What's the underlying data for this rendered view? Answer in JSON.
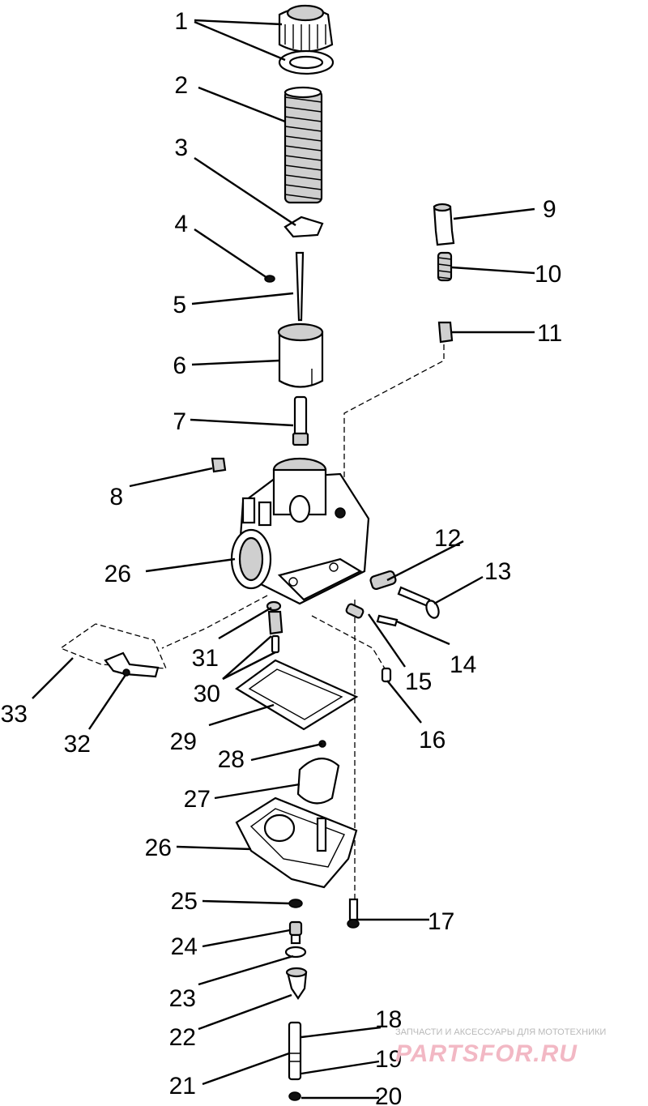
{
  "diagram": {
    "labels": [
      "1",
      "2",
      "3",
      "4",
      "5",
      "6",
      "7",
      "8",
      "9",
      "10",
      "11",
      "12",
      "13",
      "14",
      "15",
      "16",
      "17",
      "18",
      "19",
      "20",
      "21",
      "22",
      "23",
      "24",
      "25",
      "26",
      "26",
      "27",
      "28",
      "29",
      "30",
      "31",
      "32",
      "33"
    ]
  },
  "watermark": {
    "tagline": "ЗАПЧАСТИ И АКСЕССУАРЫ ДЛЯ МОТОТЕХНИКИ",
    "logo": "PARTSFOR.RU"
  },
  "colors": {
    "ink": "#000000",
    "watermark": "#f2b8c4",
    "tagline": "#b9b9b9"
  }
}
